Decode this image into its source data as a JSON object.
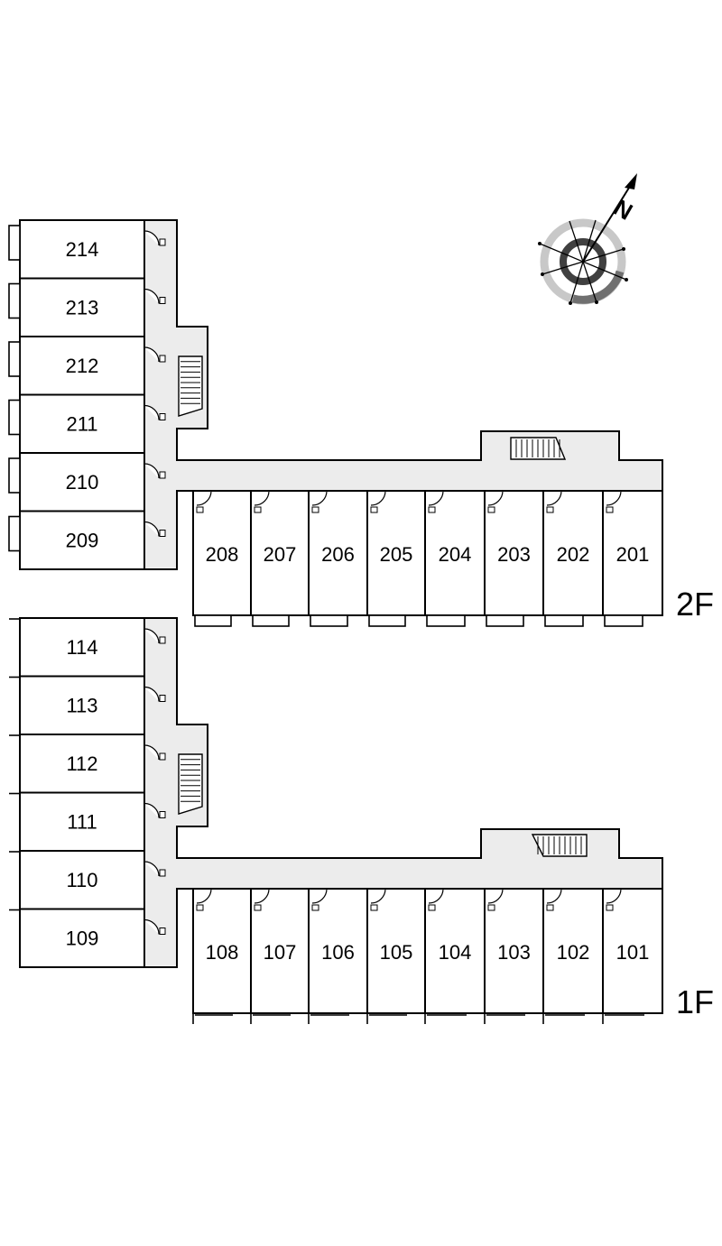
{
  "floors": [
    {
      "label": "2F",
      "west_wing_rooms": [
        "214",
        "213",
        "212",
        "211",
        "210",
        "209"
      ],
      "south_wing_rooms": [
        "208",
        "207",
        "206",
        "205",
        "204",
        "203",
        "202",
        "201"
      ]
    },
    {
      "label": "1F",
      "west_wing_rooms": [
        "114",
        "113",
        "112",
        "111",
        "110",
        "109"
      ],
      "south_wing_rooms": [
        "108",
        "107",
        "106",
        "105",
        "104",
        "103",
        "102",
        "101"
      ]
    }
  ],
  "compass": {
    "north_label": "N"
  },
  "colors": {
    "corridor": "#ececec",
    "wall": "#000000"
  }
}
